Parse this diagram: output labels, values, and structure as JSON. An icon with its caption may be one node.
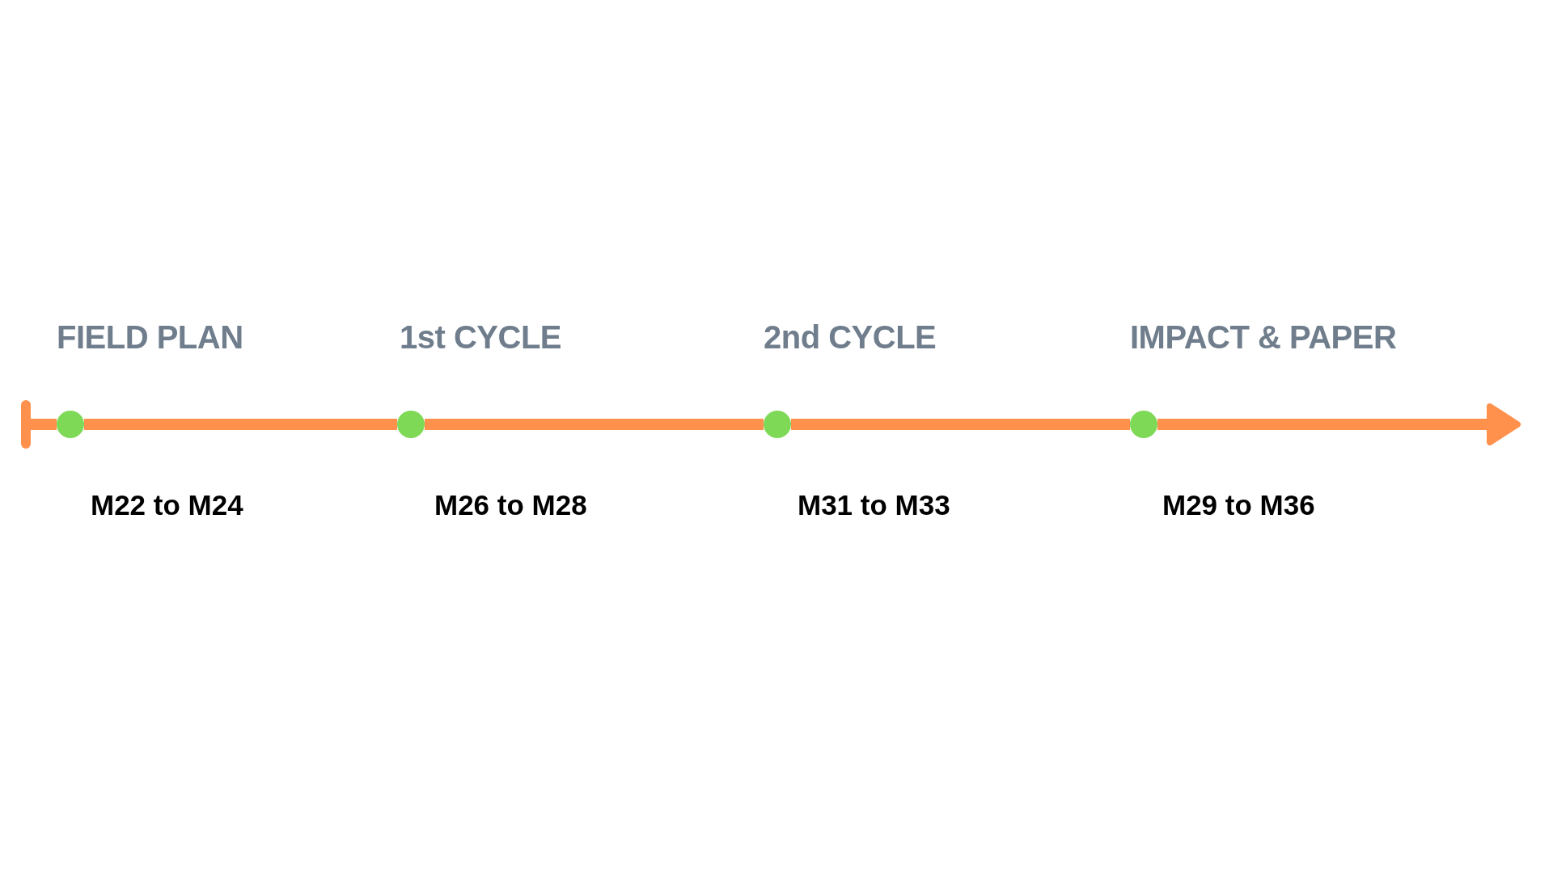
{
  "diagram": {
    "nodes": [
      {
        "text": [],
        "shape": "circle",
        "beside": [
          "FIELD PLAN",
          "M22 to M24"
        ]
      },
      {
        "text": [],
        "shape": "circle",
        "beside": [
          "1st CYCLE",
          "M26 to M28"
        ]
      },
      {
        "text": [],
        "shape": "circle",
        "beside": [
          "2nd CYCLE",
          "M31 to M33"
        ]
      },
      {
        "text": [],
        "shape": "circle",
        "beside": [
          "IMPACT & PAPER",
          "M29 to M36"
        ]
      }
    ],
    "edges": [
      {
        "from": null,
        "to": 0,
        "arrow": "other"
      },
      {
        "from": 0,
        "to": 1,
        "arrow": "none"
      },
      {
        "from": 1,
        "to": 2,
        "arrow": "none"
      },
      {
        "from": 2,
        "to": 3,
        "arrow": "none"
      },
      {
        "from": 3,
        "to": null,
        "arrow": "to"
      }
    ]
  }
}
